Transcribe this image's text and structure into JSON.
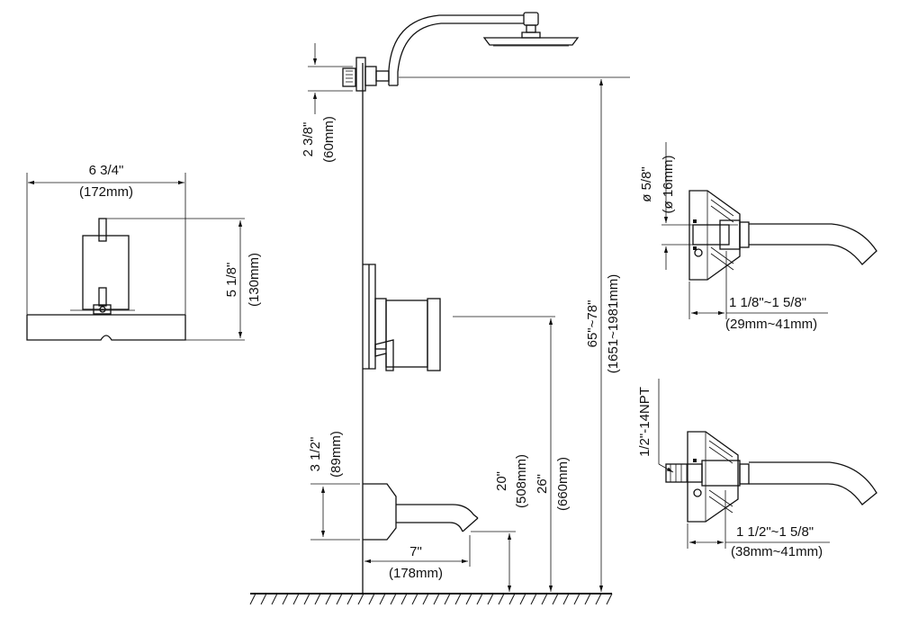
{
  "dimensions": {
    "trim_width": "6 3/4\"",
    "trim_width_mm": "(172mm)",
    "trim_height": "5 1/8\"",
    "trim_height_mm": "(130mm)",
    "arm_offset": "2 3/8\"",
    "arm_offset_mm": "(60mm)",
    "head_height": "65\"~78\"",
    "head_height_mm": "(1651~1981mm)",
    "valve_height": "26\"",
    "valve_height_mm": "(660mm)",
    "spout_height": "20\"",
    "spout_height_mm": "(508mm)",
    "spout_body_height": "3 1/2\"",
    "spout_body_height_mm": "(89mm)",
    "spout_reach": "7\"",
    "spout_reach_mm": "(178mm)",
    "pipe_diameter": "ø 5/8\"",
    "pipe_diameter_mm": "(ø 16mm)",
    "slip_range": "1 1/8\"~1 5/8\"",
    "slip_range_mm": "(29mm~41mm)",
    "npt_thread": "1/2\"-14NPT",
    "npt_range": "1 1/2\"~1 5/8\"",
    "npt_range_mm": "(38mm~41mm)"
  }
}
